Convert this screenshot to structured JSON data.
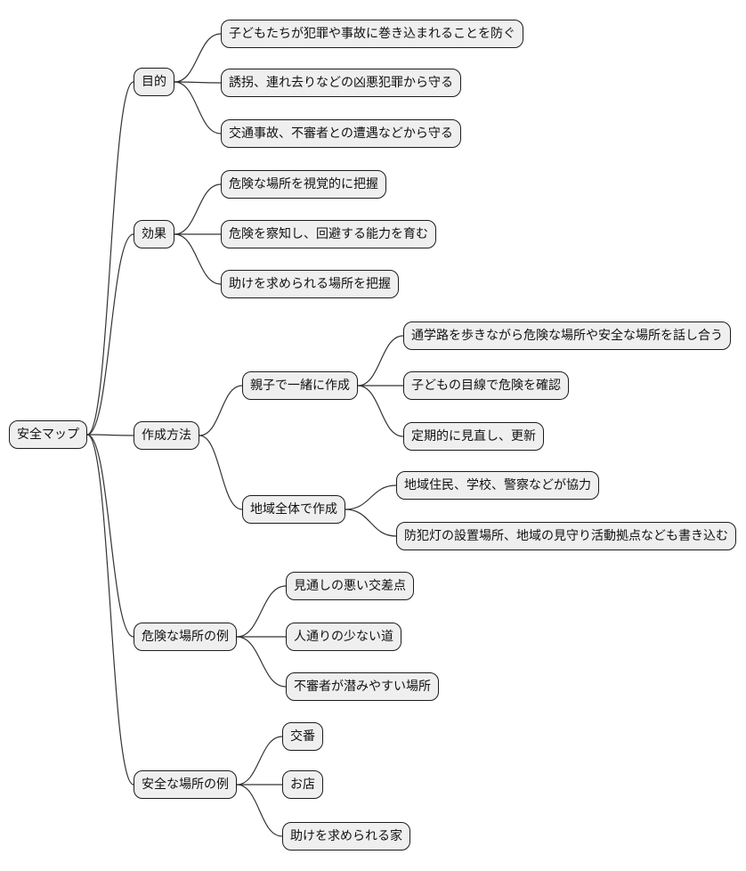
{
  "diagram": {
    "root": {
      "label": "安全マップ"
    },
    "branches": [
      {
        "label": "目的",
        "children": [
          {
            "label": "子どもたちが犯罪や事故に巻き込まれることを防ぐ"
          },
          {
            "label": "誘拐、連れ去りなどの凶悪犯罪から守る"
          },
          {
            "label": "交通事故、不審者との遭遇などから守る"
          }
        ]
      },
      {
        "label": "効果",
        "children": [
          {
            "label": "危険な場所を視覚的に把握"
          },
          {
            "label": "危険を察知し、回避する能力を育む"
          },
          {
            "label": "助けを求められる場所を把握"
          }
        ]
      },
      {
        "label": "作成方法",
        "children": [
          {
            "label": "親子で一緒に作成",
            "children": [
              {
                "label": "通学路を歩きながら危険な場所や安全な場所を話し合う"
              },
              {
                "label": "子どもの目線で危険を確認"
              },
              {
                "label": "定期的に見直し、更新"
              }
            ]
          },
          {
            "label": "地域全体で作成",
            "children": [
              {
                "label": "地域住民、学校、警察などが協力"
              },
              {
                "label": "防犯灯の設置場所、地域の見守り活動拠点なども書き込む"
              }
            ]
          }
        ]
      },
      {
        "label": "危険な場所の例",
        "children": [
          {
            "label": "見通しの悪い交差点"
          },
          {
            "label": "人通りの少ない道"
          },
          {
            "label": "不審者が潜みやすい場所"
          }
        ]
      },
      {
        "label": "安全な場所の例",
        "children": [
          {
            "label": "交番"
          },
          {
            "label": "お店"
          },
          {
            "label": "助けを求められる家"
          }
        ]
      }
    ]
  },
  "colors": {
    "background": "#ffffff",
    "node_fill": "#efefef",
    "node_border": "#1c1c1c",
    "edge_color": "#333333",
    "text_color": "#111111"
  }
}
